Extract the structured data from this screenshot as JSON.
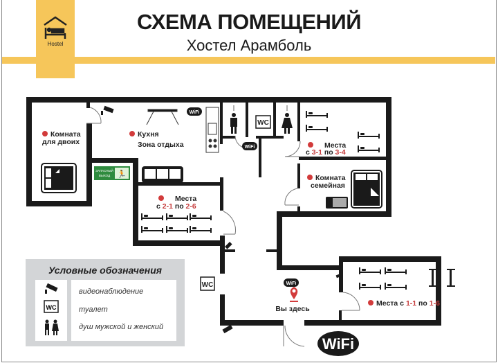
{
  "header": {
    "logo_text": "Hostel",
    "title": "СХЕМА ПОМЕЩЕНИЙ",
    "subtitle": "Хостел Арамболь",
    "accent_color": "#f6c65a"
  },
  "rooms": {
    "double": {
      "line1": "Комната",
      "line2": "для двоих"
    },
    "kitchen": {
      "line1": "Кухня",
      "line2": "Зона отдыха"
    },
    "exit_sign": {
      "line1": "ЗАПАСНЫЙ",
      "line2": "ВЫХОД"
    },
    "room2": {
      "line1": "Места",
      "prefix": "с ",
      "from": "2-1",
      "mid": " по ",
      "to": "2-6"
    },
    "room3": {
      "line1": "Места",
      "prefix": "с ",
      "from": "3-1",
      "mid": " по ",
      "to": "3-4"
    },
    "family": {
      "line1": "Комната",
      "line2": "семейная"
    },
    "room1": {
      "prefix": "Места с ",
      "from": "1-1",
      "mid": " по ",
      "to": "1-6"
    },
    "wc_label": "WC",
    "wifi_label": "WiFi",
    "you_are_here": "Вы здесь"
  },
  "legend": {
    "title": "Условные обозначения",
    "items": [
      {
        "icon": "cctv-camera-icon",
        "label": "видеонаблюдение"
      },
      {
        "icon": "wc-icon",
        "label": "туалет",
        "icon_text": "WC"
      },
      {
        "icon": "shower-male-female-icon",
        "label": "душ мужской и женский"
      }
    ]
  },
  "colors": {
    "wall": "#1a1a1a",
    "marker": "#d23b3b",
    "number": "#c63b3b",
    "exit_green": "#2e8b3e",
    "legend_bg": "#d3d5d7"
  }
}
